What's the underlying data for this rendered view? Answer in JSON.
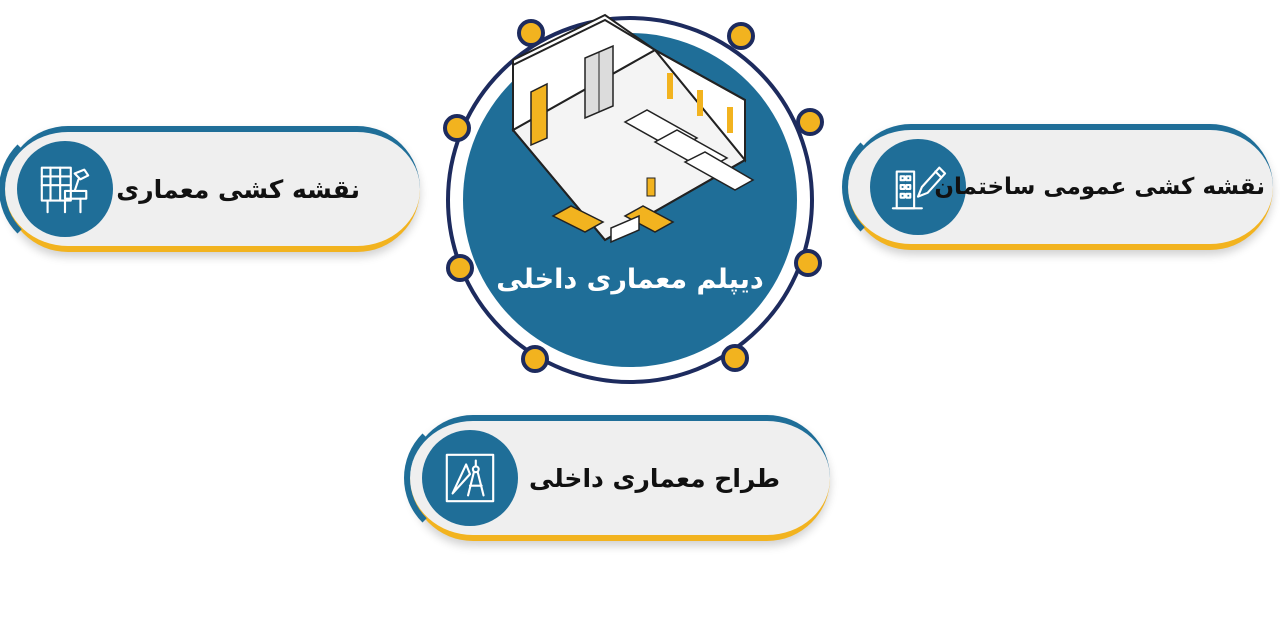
{
  "center": {
    "title": "دیپلم معماری داخلی",
    "illustration": "isometric-interior-room-illustration"
  },
  "cards": {
    "left": {
      "label": "نقشه کشی معماری",
      "icon": "architect-drawing-board-icon"
    },
    "right": {
      "label": "نقشه کشی عمومی ساختمان",
      "icon": "building-pencil-icon"
    },
    "bottom": {
      "label": "طراح معماری داخلی",
      "icon": "drafting-tools-icon"
    }
  },
  "colors": {
    "primary_blue": "#1f6e98",
    "accent_yellow": "#f2b31f",
    "ring_navy": "#1d2b5e",
    "card_bg": "#efefef"
  }
}
